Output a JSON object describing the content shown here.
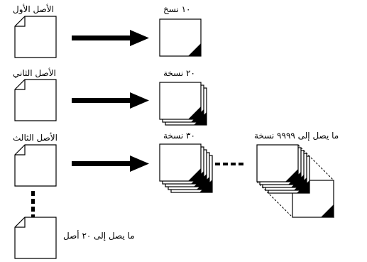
{
  "originals": [
    {
      "label": "الأصل الأول",
      "copies_label": "١٠ نسخ"
    },
    {
      "label": "الأصل الثاني",
      "copies_label": "٢٠ نسخة"
    },
    {
      "label": "الأصل الثالث",
      "copies_label": "٣٠ نسخة"
    }
  ],
  "last_original_label": "ما يصل إلى ٢٠ أصل",
  "max_copies_label": "ما يصل إلى ٩٩٩٩ نسخة"
}
